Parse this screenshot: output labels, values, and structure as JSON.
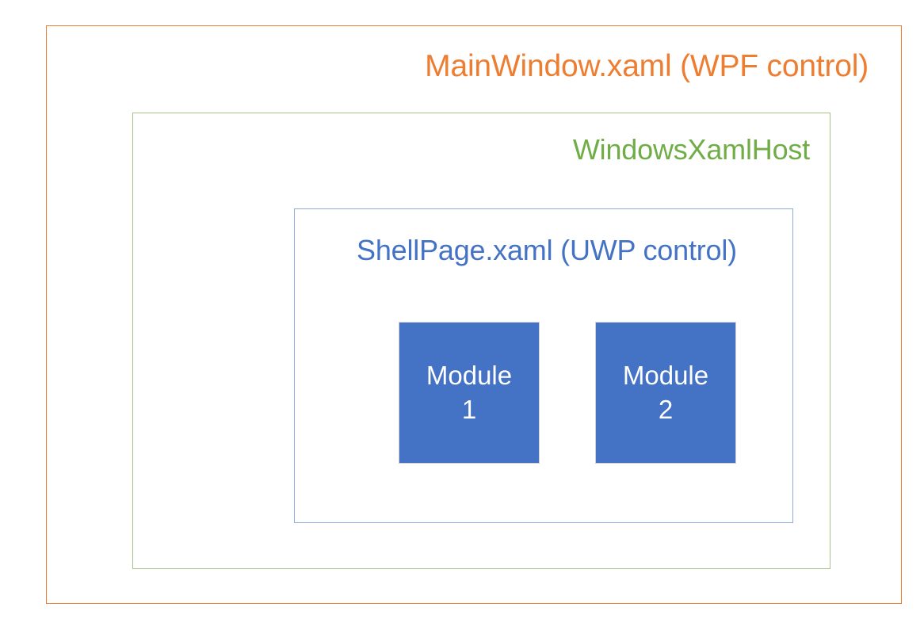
{
  "diagram": {
    "type": "nested-containers",
    "background_color": "#FFFFFF",
    "outer": {
      "label": "MainWindow.xaml (WPF control)",
      "border_color": "#ED7D31",
      "text_color": "#ED7D31"
    },
    "middle": {
      "label": "WindowsXamlHost",
      "border_color": "#A9C18B",
      "text_color": "#70AD47"
    },
    "inner": {
      "label": "ShellPage.xaml (UWP control)",
      "border_color": "#8FAADC",
      "text_color": "#4472C4"
    },
    "modules": [
      {
        "name_line1": "Module",
        "name_line2": "1",
        "fill_color": "#4472C4",
        "text_color": "#FFFFFF"
      },
      {
        "name_line1": "Module",
        "name_line2": "2",
        "fill_color": "#4472C4",
        "text_color": "#FFFFFF"
      }
    ]
  }
}
